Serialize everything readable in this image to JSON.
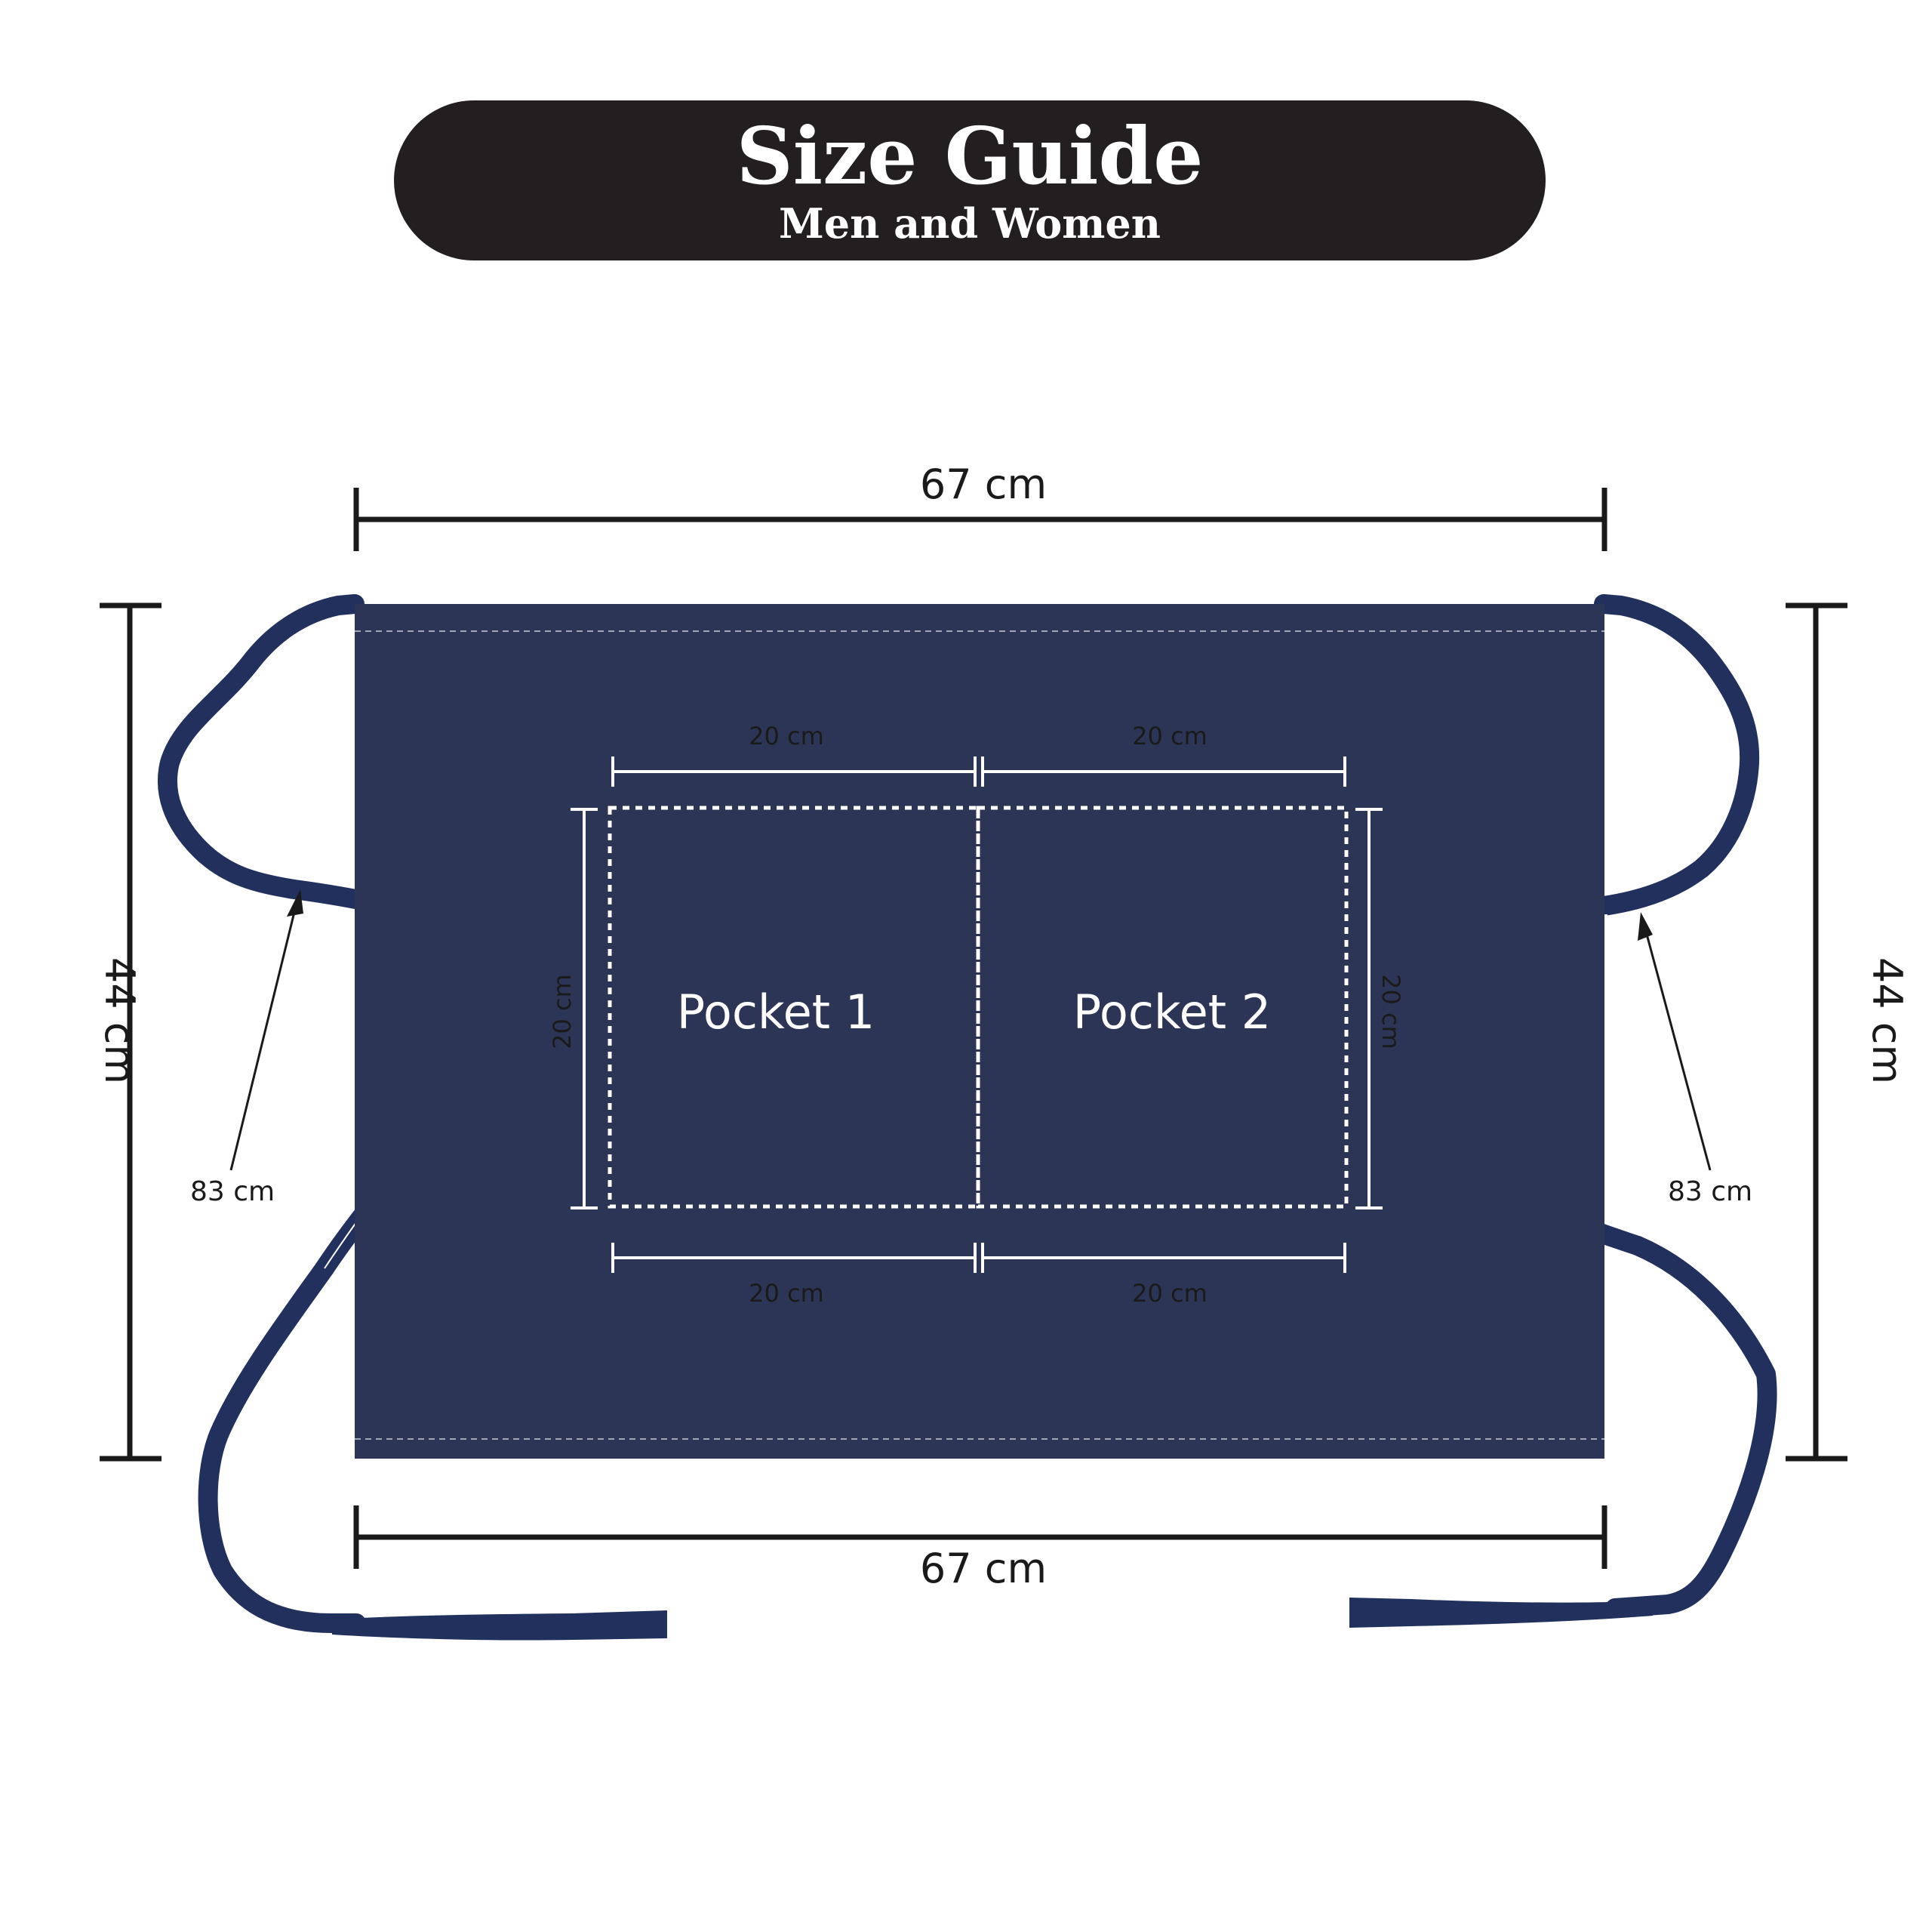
{
  "header": {
    "title": "Size Guide",
    "subtitle": "Men and Women"
  },
  "dimensions": {
    "top_width": "67 cm",
    "bottom_width": "67 cm",
    "left_height": "44 cm",
    "right_height": "44 cm",
    "left_strap": "83 cm",
    "right_strap": "83 cm"
  },
  "pockets": {
    "pocket1_label": "Pocket 1",
    "pocket2_label": "Pocket 2",
    "pocket1_top_width": "20 cm",
    "pocket2_top_width": "20 cm",
    "pocket1_bottom_width": "20 cm",
    "pocket2_bottom_width": "20 cm",
    "left_height": "20 cm",
    "right_height": "20 cm"
  },
  "colors": {
    "apron": "#2d3556",
    "strap": "#22305e",
    "header_bg": "#231f20",
    "measure_line": "#1a1a1a",
    "stitch": "#ffffff"
  }
}
